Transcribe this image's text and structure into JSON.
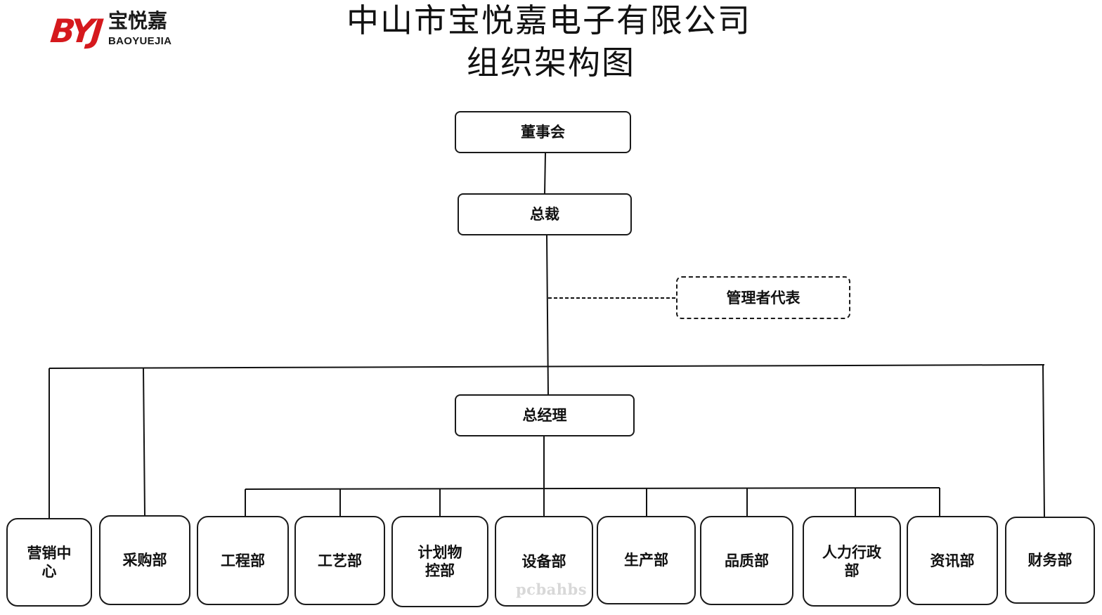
{
  "logo": {
    "mark": "BYJ",
    "name_cn": "宝悦嘉",
    "name_en": "BAOYUEJIA",
    "mark_color": "#d5191d"
  },
  "title": {
    "line1": "中山市宝悦嘉电子有限公司",
    "line2": "组织架构图"
  },
  "org": {
    "board": "董事会",
    "president": "总裁",
    "management_rep": "管理者代表",
    "general_manager": "总经理",
    "departments": [
      "营销中心",
      "采购部",
      "工程部",
      "工艺部",
      "计划物控部",
      "设备部",
      "生产部",
      "品质部",
      "人力行政部",
      "资讯部",
      "财务部"
    ]
  },
  "watermark": "pcbahbs"
}
